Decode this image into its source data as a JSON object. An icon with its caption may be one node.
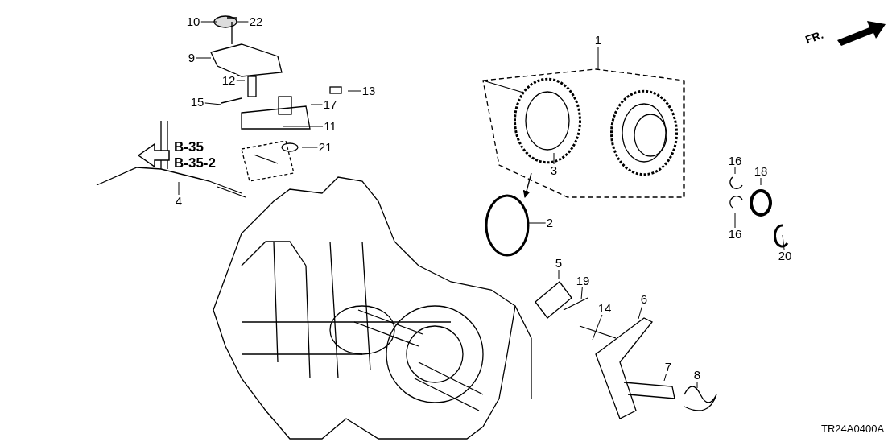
{
  "diagram": {
    "nodes": [
      {
        "text": [
          "10"
        ]
      },
      {
        "text": [
          "22"
        ]
      },
      {
        "text": [
          "9"
        ]
      },
      {
        "text": [
          "12"
        ]
      },
      {
        "text": [
          "13"
        ]
      },
      {
        "text": [
          "15"
        ]
      },
      {
        "text": [
          "17"
        ]
      },
      {
        "text": [
          "11"
        ]
      },
      {
        "text": [
          "21"
        ]
      },
      {
        "text": [
          "4"
        ]
      },
      {
        "text": [
          "1"
        ]
      },
      {
        "text": [
          "3"
        ]
      },
      {
        "text": [
          "2"
        ]
      },
      {
        "text": [
          "16"
        ]
      },
      {
        "text": [
          "18"
        ]
      },
      {
        "text": [
          "16"
        ]
      },
      {
        "text": [
          "20"
        ]
      },
      {
        "text": [
          "5"
        ]
      },
      {
        "text": [
          "19"
        ]
      },
      {
        "text": [
          "14"
        ]
      },
      {
        "text": [
          "6"
        ]
      },
      {
        "text": [
          "7"
        ]
      },
      {
        "text": [
          "8"
        ]
      }
    ],
    "edges": [
      {
        "from": 0,
        "to": null,
        "arrow": "none"
      },
      {
        "from": 1,
        "to": null,
        "arrow": "none"
      },
      {
        "from": 2,
        "to": null,
        "arrow": "none"
      },
      {
        "from": 3,
        "to": null,
        "arrow": "none"
      },
      {
        "from": 4,
        "to": null,
        "arrow": "none"
      },
      {
        "from": 5,
        "to": null,
        "arrow": "none"
      },
      {
        "from": 6,
        "to": null,
        "arrow": "none"
      },
      {
        "from": 7,
        "to": null,
        "arrow": "none"
      },
      {
        "from": 8,
        "to": null,
        "arrow": "none"
      },
      {
        "from": 9,
        "to": null,
        "arrow": "none"
      },
      {
        "from": 10,
        "to": null,
        "arrow": "none"
      },
      {
        "from": 11,
        "to": null,
        "arrow": "none"
      },
      {
        "from": 12,
        "to": null,
        "arrow": "none"
      },
      {
        "from": 13,
        "to": null,
        "arrow": "none"
      },
      {
        "from": 14,
        "to": null,
        "arrow": "none"
      },
      {
        "from": 15,
        "to": null,
        "arrow": "none"
      },
      {
        "from": 16,
        "to": null,
        "arrow": "none"
      },
      {
        "from": 17,
        "to": null,
        "arrow": "none"
      },
      {
        "from": 18,
        "to": null,
        "arrow": "none"
      },
      {
        "from": 19,
        "to": null,
        "arrow": "none"
      },
      {
        "from": 20,
        "to": null,
        "arrow": "none"
      },
      {
        "from": 21,
        "to": null,
        "arrow": "none"
      },
      {
        "from": 22,
        "to": null,
        "arrow": "none"
      }
    ],
    "labels": [
      "FR.",
      "B-35",
      "B-35-2",
      "TR24A0400A"
    ]
  }
}
